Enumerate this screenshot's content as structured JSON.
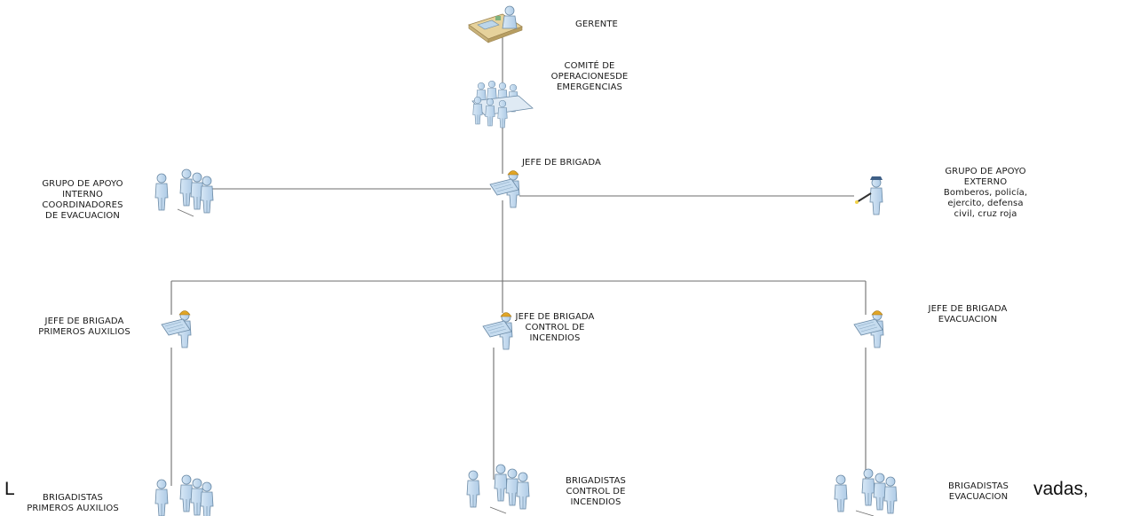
{
  "nodes": {
    "gerente": {
      "lines": [
        "GERENTE"
      ]
    },
    "comite": {
      "lines": [
        "COMITÉ DE",
        "OPERACIONESDE",
        "EMERGENCIAS"
      ]
    },
    "jefe_brigada": {
      "lines": [
        "JEFE DE BRIGADA"
      ]
    },
    "grupo_interno": {
      "lines": [
        "GRUPO DE APOYO",
        "INTERNO",
        "COORDINADORES",
        "DE EVACUACION"
      ]
    },
    "grupo_externo": {
      "lines": [
        "GRUPO DE APOYO",
        "EXTERNO",
        "Bomberos, policía,",
        "ejercito, defensa",
        "civil, cruz roja"
      ]
    },
    "jefe_primeros_auxilios": {
      "lines": [
        "JEFE DE BRIGADA",
        "PRIMEROS AUXILIOS"
      ]
    },
    "jefe_control_incendios": {
      "lines": [
        "JEFE DE BRIGADA",
        "CONTROL DE",
        "INCENDIOS"
      ]
    },
    "jefe_evacuacion": {
      "lines": [
        "JEFE DE BRIGADA",
        "EVACUACION"
      ]
    },
    "brig_primeros_auxilios": {
      "lines": [
        "BRIGADISTAS",
        "PRIMEROS AUXILIOS"
      ]
    },
    "brig_control_incendios": {
      "lines": [
        "BRIGADISTAS",
        "CONTROL DE",
        "INCENDIOS"
      ]
    },
    "brig_evacuacion": {
      "lines": [
        "BRIGADISTAS",
        "EVACUACION"
      ]
    }
  },
  "background_text": {
    "left_fragment": "L",
    "right_fragment": "vadas,"
  },
  "colors": {
    "figure_fill": "#c6dcef",
    "figure_stroke": "#6b8aa6",
    "helmet": "#e0a526",
    "line": "#6e6e6e",
    "police_cap": "#3e5f86"
  }
}
